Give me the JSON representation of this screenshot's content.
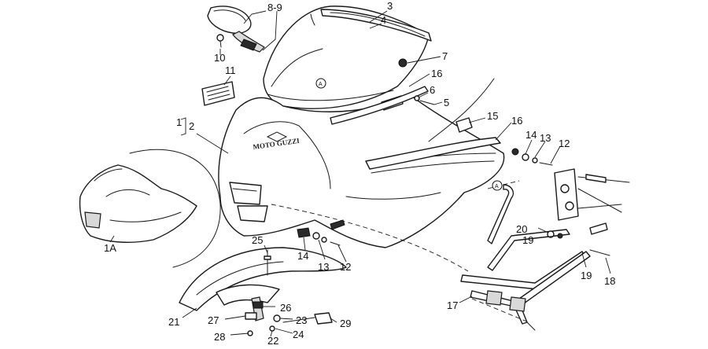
{
  "callouts": {
    "c3": "3",
    "c4": "4",
    "c8_9": "8-9",
    "c7": "7",
    "c10": "10",
    "c11": "11",
    "c16a": "16",
    "c6": "6",
    "c5": "5",
    "c1": "1",
    "c2": "2",
    "c15": "15",
    "c16b": "16",
    "c14a": "14",
    "c13a": "13",
    "c12a": "12",
    "c1A": "1A",
    "c25": "25",
    "c14b": "14",
    "c13b": "13",
    "c12b": "12",
    "c20": "20",
    "c19a": "19",
    "c19b": "19",
    "c18": "18",
    "c17": "17",
    "c26": "26",
    "c27": "27",
    "c21": "21",
    "c23": "23",
    "c29": "29",
    "c28": "28",
    "c22": "22",
    "c24": "24"
  },
  "reference_marks": {
    "ref_a1": "A",
    "ref_a2": "A"
  },
  "icons": {
    "mirror": "mirror-icon",
    "decal": "decal-label-icon",
    "bolt": "bolt-icon"
  }
}
